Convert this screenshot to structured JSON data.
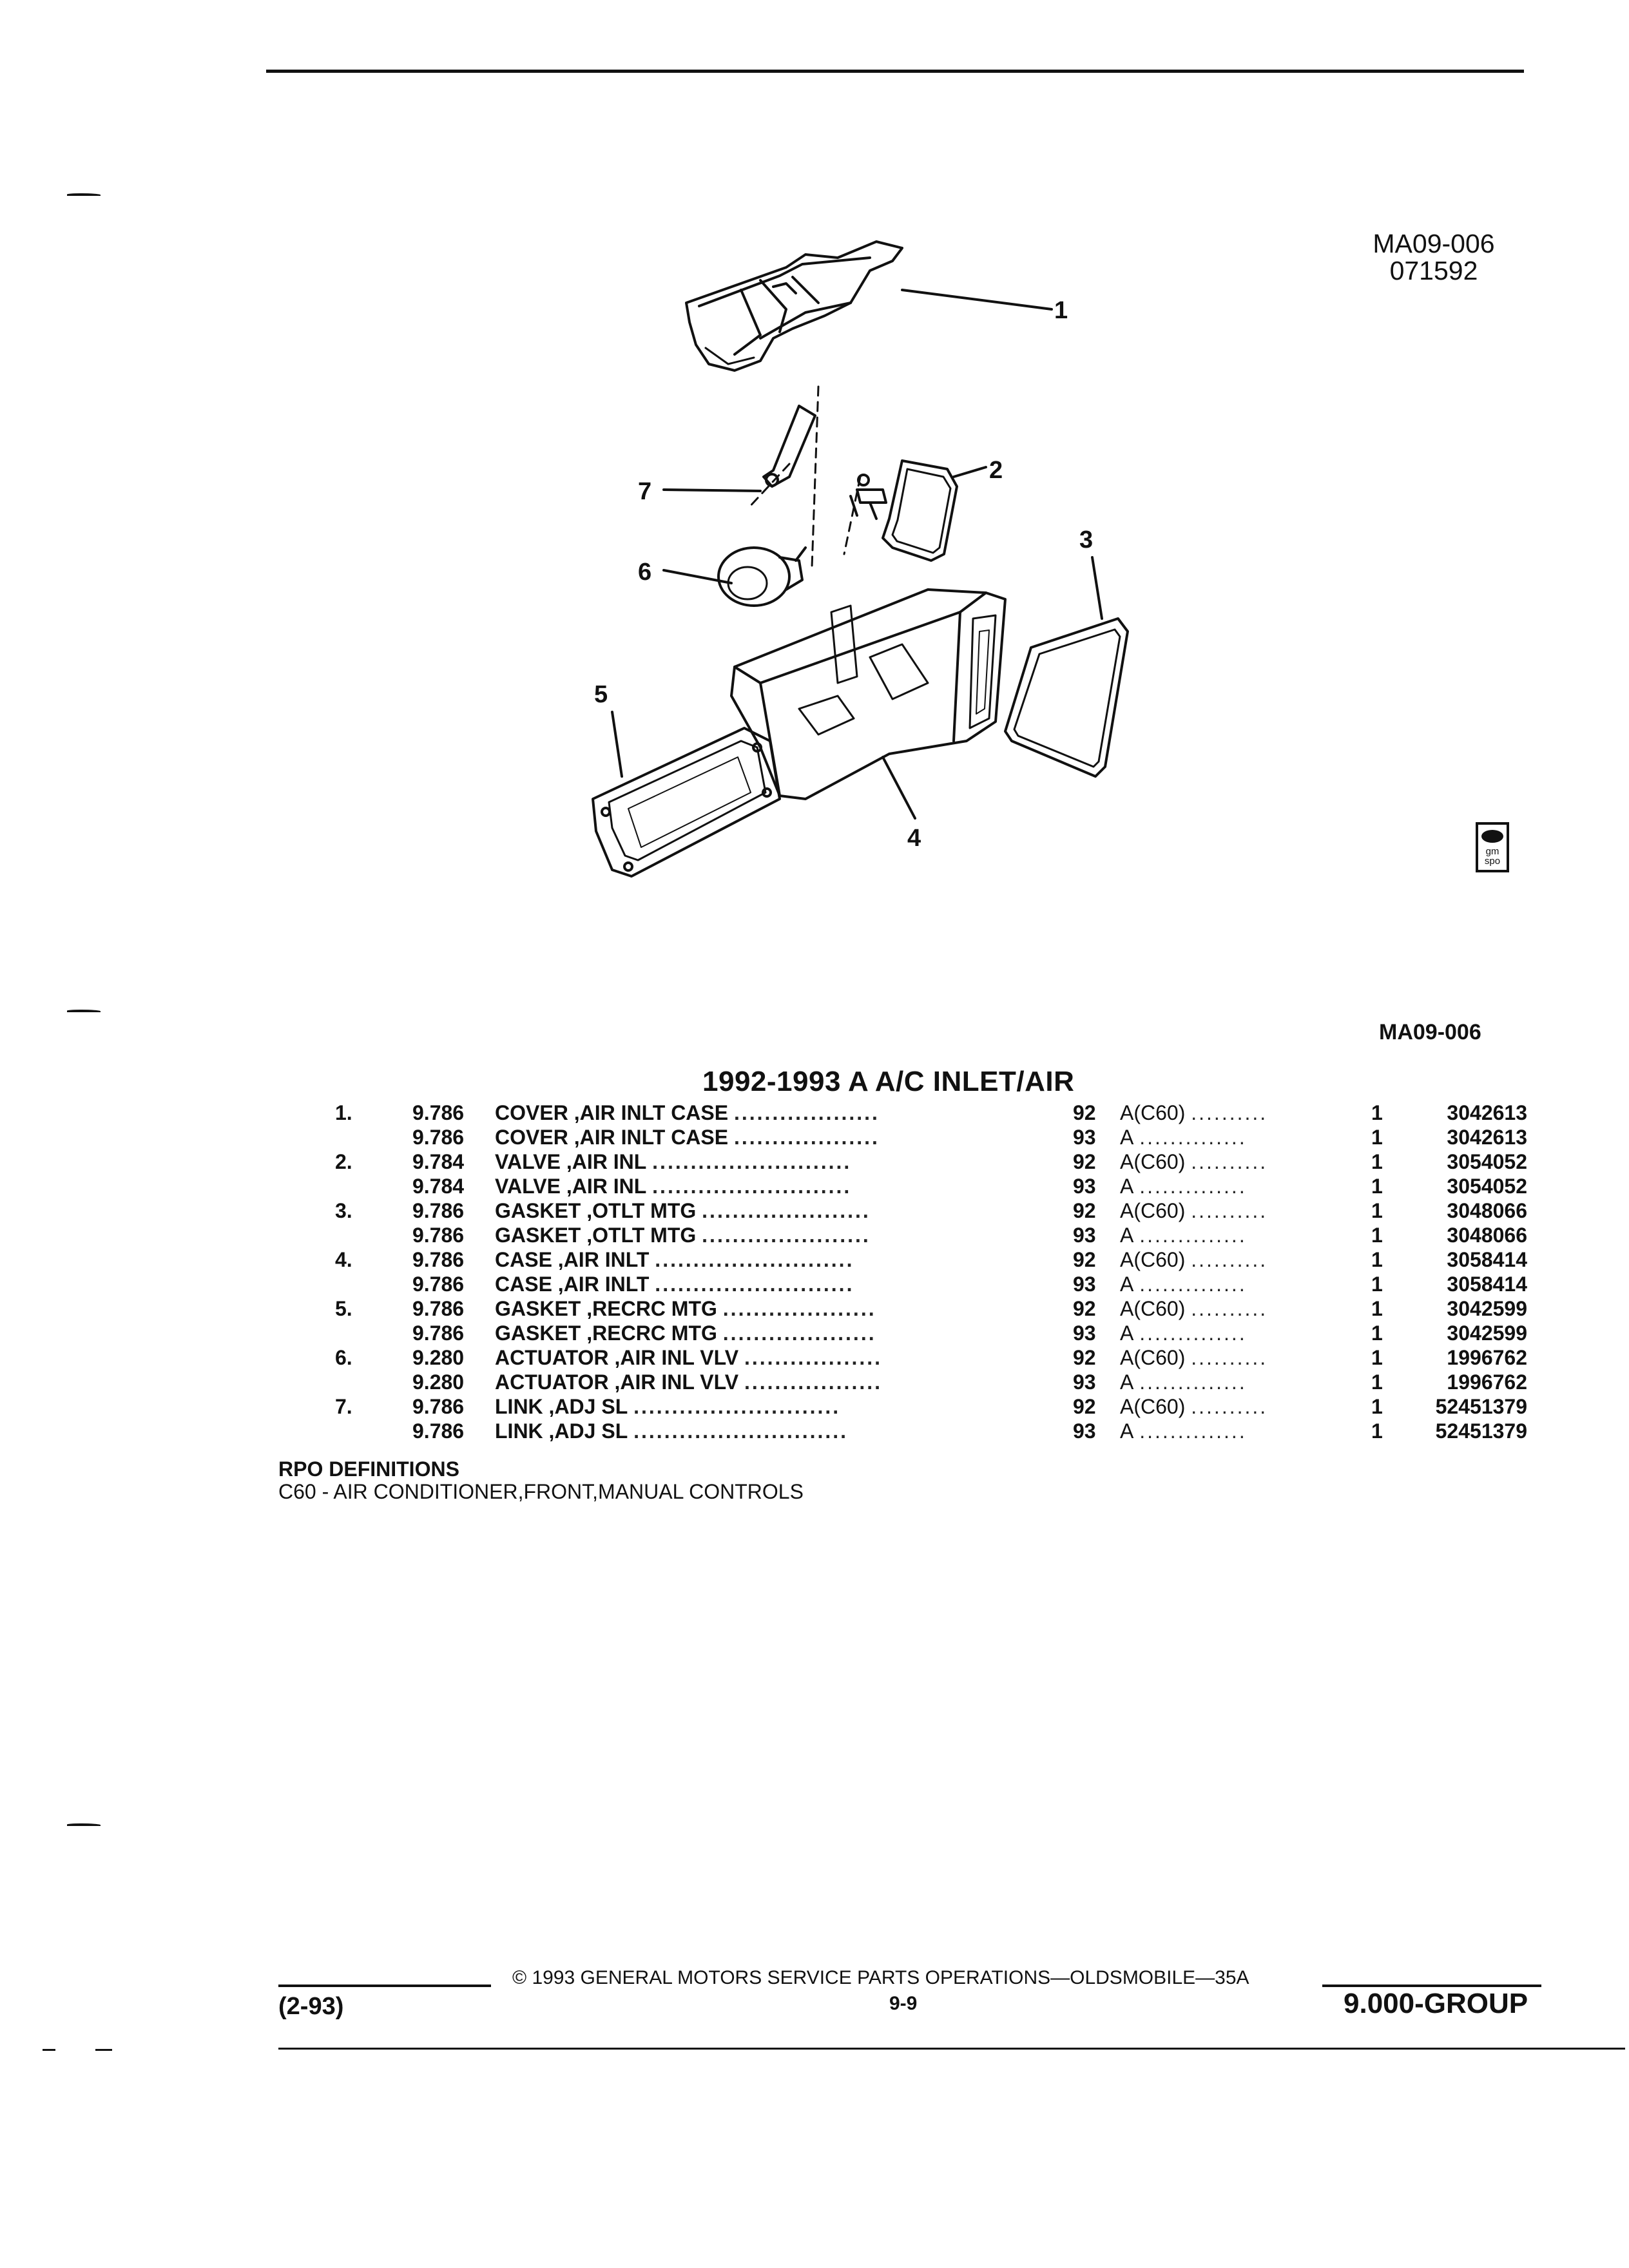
{
  "header": {
    "diagram_id": "MA09-006",
    "diagram_date": "071592"
  },
  "diagram": {
    "callouts": [
      "1",
      "2",
      "3",
      "4",
      "5",
      "6",
      "7"
    ],
    "logo": {
      "icon": "gm-spo-logo",
      "text": "gm spo"
    }
  },
  "diagram_ref": "MA09-006",
  "title": "1992-1993 A A/C INLET/AIR",
  "parts": [
    {
      "no": "1.",
      "group": "9.786",
      "name": "COVER",
      "desc": " ,AIR INLT CASE",
      "dots": "...................",
      "year": "92",
      "model": "A(C60)",
      "mdots": "..........",
      "qty": "1",
      "part": "3042613"
    },
    {
      "no": "",
      "group": "9.786",
      "name": "COVER",
      "desc": " ,AIR INLT CASE",
      "dots": "...................",
      "year": "93",
      "model": "A",
      "mdots": "..............",
      "qty": "1",
      "part": "3042613"
    },
    {
      "no": "2.",
      "group": "9.784",
      "name": "VALVE",
      "desc": " ,AIR INL",
      "dots": "..........................",
      "year": "92",
      "model": "A(C60)",
      "mdots": "..........",
      "qty": "1",
      "part": "3054052"
    },
    {
      "no": "",
      "group": "9.784",
      "name": "VALVE",
      "desc": " ,AIR INL",
      "dots": "..........................",
      "year": "93",
      "model": "A",
      "mdots": "..............",
      "qty": "1",
      "part": "3054052"
    },
    {
      "no": "3.",
      "group": "9.786",
      "name": "GASKET",
      "desc": " ,OTLT MTG",
      "dots": "......................",
      "year": "92",
      "model": "A(C60)",
      "mdots": "..........",
      "qty": "1",
      "part": "3048066"
    },
    {
      "no": "",
      "group": "9.786",
      "name": "GASKET",
      "desc": " ,OTLT MTG",
      "dots": "......................",
      "year": "93",
      "model": "A",
      "mdots": "..............",
      "qty": "1",
      "part": "3048066"
    },
    {
      "no": "4.",
      "group": "9.786",
      "name": "CASE",
      "desc": " ,AIR INLT",
      "dots": "..........................",
      "year": "92",
      "model": "A(C60)",
      "mdots": "..........",
      "qty": "1",
      "part": "3058414"
    },
    {
      "no": "",
      "group": "9.786",
      "name": "CASE",
      "desc": " ,AIR INLT",
      "dots": "..........................",
      "year": "93",
      "model": "A",
      "mdots": "..............",
      "qty": "1",
      "part": "3058414"
    },
    {
      "no": "5.",
      "group": "9.786",
      "name": "GASKET",
      "desc": " ,RECRC MTG",
      "dots": "....................",
      "year": "92",
      "model": "A(C60)",
      "mdots": "..........",
      "qty": "1",
      "part": "3042599"
    },
    {
      "no": "",
      "group": "9.786",
      "name": "GASKET",
      "desc": " ,RECRC MTG",
      "dots": "....................",
      "year": "93",
      "model": "A",
      "mdots": "..............",
      "qty": "1",
      "part": "3042599"
    },
    {
      "no": "6.",
      "group": "9.280",
      "name": "ACTUATOR",
      "desc": " ,AIR INL VLV",
      "dots": "..................",
      "year": "92",
      "model": "A(C60)",
      "mdots": "..........",
      "qty": "1",
      "part": "1996762"
    },
    {
      "no": "",
      "group": "9.280",
      "name": "ACTUATOR",
      "desc": " ,AIR INL VLV",
      "dots": "..................",
      "year": "93",
      "model": "A",
      "mdots": "..............",
      "qty": "1",
      "part": "1996762"
    },
    {
      "no": "7.",
      "group": "9.786",
      "name": "LINK",
      "desc": " ,ADJ SL",
      "dots": "...........................",
      "year": "92",
      "model": "A(C60)",
      "mdots": "..........",
      "qty": "1",
      "part": "52451379"
    },
    {
      "no": "",
      "group": "9.786",
      "name": "LINK",
      "desc": " ,ADJ SL",
      "dots": "............................",
      "year": "93",
      "model": "A",
      "mdots": "..............",
      "qty": "1",
      "part": "52451379"
    }
  ],
  "rpo": {
    "heading": "RPO DEFINITIONS",
    "definition": "C60 - AIR CONDITIONER,FRONT,MANUAL CONTROLS"
  },
  "footer": {
    "copyright": "© 1993 GENERAL MOTORS SERVICE PARTS OPERATIONS—OLDSMOBILE—35A",
    "page": "9-9",
    "date_code": "(2-93)",
    "group": "9.000-GROUP"
  }
}
